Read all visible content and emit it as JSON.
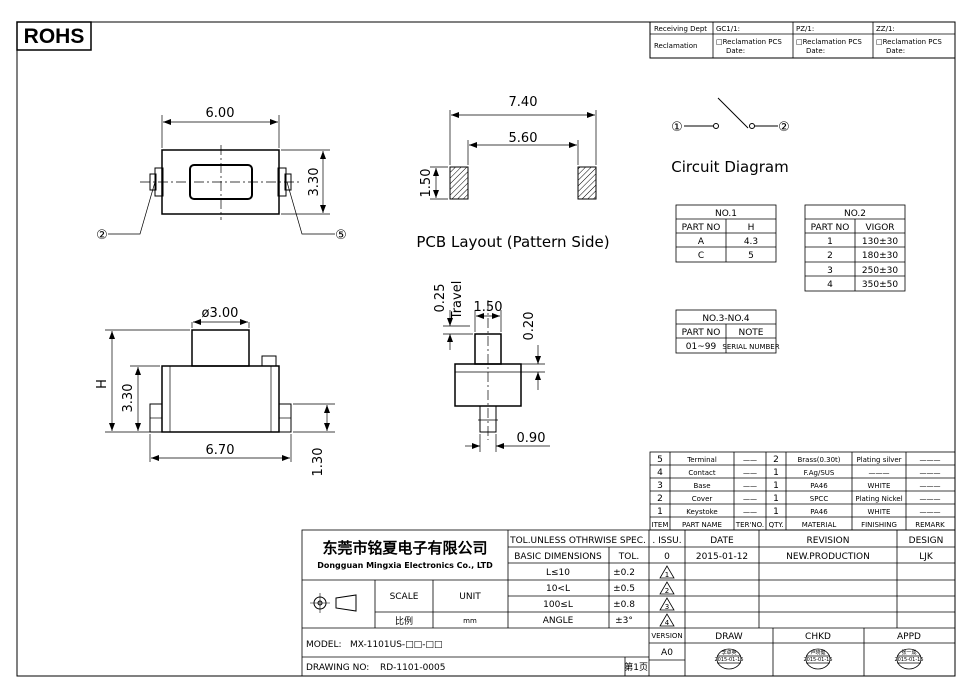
{
  "header": {
    "rohs": "ROHS",
    "receiving_dept": "Receiving Dept",
    "reclamation": "Reclamation",
    "depts": [
      "GC1/1:",
      "PZ/1:",
      "ZZ/1:"
    ],
    "reclamation_pcs": "□Reclamation  PCS",
    "reclamation_date": "Date:"
  },
  "dimensions": {
    "body_width": "6.00",
    "body_height": "3.30",
    "pad_pitch": "7.40",
    "pad_gap": "5.60",
    "pad_height": "1.50",
    "plunger_dia": "ø3.00",
    "side_height": "3.30",
    "side_h": "H",
    "side_width": "6.70",
    "lead_height": "1.30",
    "travel": "0.25",
    "travel_label": "Travel",
    "stem_width": "1.50",
    "stem_top": "0.20",
    "lead_width": "0.90"
  },
  "labels": {
    "pcb_layout": "PCB Layout (Pattern Side)",
    "circuit_diagram": "Circuit Diagram",
    "pin_a": "②",
    "pin_b": "⑤",
    "circ_a": "①",
    "circ_b": "②"
  },
  "table_no1": {
    "title": "NO.1",
    "headers": [
      "PART NO",
      "H"
    ],
    "rows": [
      [
        "A",
        "4.3"
      ],
      [
        "C",
        "5"
      ]
    ]
  },
  "table_no2": {
    "title": "NO.2",
    "headers": [
      "PART NO",
      "VIGOR"
    ],
    "rows": [
      [
        "1",
        "130±30"
      ],
      [
        "2",
        "180±30"
      ],
      [
        "3",
        "250±30"
      ],
      [
        "4",
        "350±50"
      ]
    ]
  },
  "table_no3": {
    "title": "NO.3-NO.4",
    "headers": [
      "PART NO",
      "NOTE"
    ],
    "rows": [
      [
        "01~99",
        "SERIAL NUMBER"
      ]
    ]
  },
  "bom": {
    "rows": [
      {
        "item": "5",
        "name": "Terminal",
        "no": "——",
        "qty": "2",
        "material": "Brass(0.30t)",
        "finish": "Plating silver",
        "remark": "———"
      },
      {
        "item": "4",
        "name": "Contact",
        "no": "——",
        "qty": "1",
        "material": "F.Ag/SUS",
        "finish": "———",
        "remark": "———"
      },
      {
        "item": "3",
        "name": "Base",
        "no": "——",
        "qty": "1",
        "material": "PA46",
        "finish": "WHITE",
        "remark": "———"
      },
      {
        "item": "2",
        "name": "Cover",
        "no": "——",
        "qty": "1",
        "material": "SPCC",
        "finish": "Plating Nickel",
        "remark": "———"
      },
      {
        "item": "1",
        "name": "Keystoke",
        "no": "——",
        "qty": "1",
        "material": "PA46",
        "finish": "WHITE",
        "remark": "———"
      }
    ],
    "headers": [
      "ITEM",
      "PART NAME",
      "TER'NO.",
      "QTY.",
      "MATERIAL",
      "FINISHING",
      "REMARK"
    ]
  },
  "title_block": {
    "company_cn": "东莞市铭夏电子有限公司",
    "company_en": "Dongguan Mingxia Electronics Co., LTD",
    "tol_spec": "TOL.UNLESS OTHRWISE SPEC.",
    "basic_dim": "BASIC DIMENSIONS",
    "tol": "TOL.",
    "tol_rows": [
      [
        "L≤10",
        "±0.2"
      ],
      [
        "10<L",
        "±0.5"
      ],
      [
        "100≤L",
        "±0.8"
      ],
      [
        "ANGLE",
        "±3°"
      ]
    ],
    "scale": "SCALE",
    "unit": "UNIT",
    "scale_cn": "比例",
    "unit_val": "mm",
    "issu": ". ISSU.",
    "date": "DATE",
    "revision": "REVISION",
    "design": "DESIGN",
    "rev_rows": [
      {
        "issu": "0",
        "date": "2015-01-12",
        "rev": "NEW.PRODUCTION",
        "design": "LJK"
      }
    ],
    "rev_marks": [
      "1",
      "2",
      "3",
      "4"
    ],
    "model_label": "MODEL:",
    "model": "MX-1101US-□□-□□",
    "drawing_label": "DRAWING NO:",
    "drawing_no": "RD-1101-0005",
    "page": "第1页",
    "version": "VERSION",
    "version_val": "A0",
    "draw": "DRAW",
    "chkd": "CHKD",
    "appd": "APPD",
    "stamp_names": [
      "李卓英",
      "卢晓健",
      "张一成"
    ],
    "stamp_date": "2015-01-15"
  }
}
